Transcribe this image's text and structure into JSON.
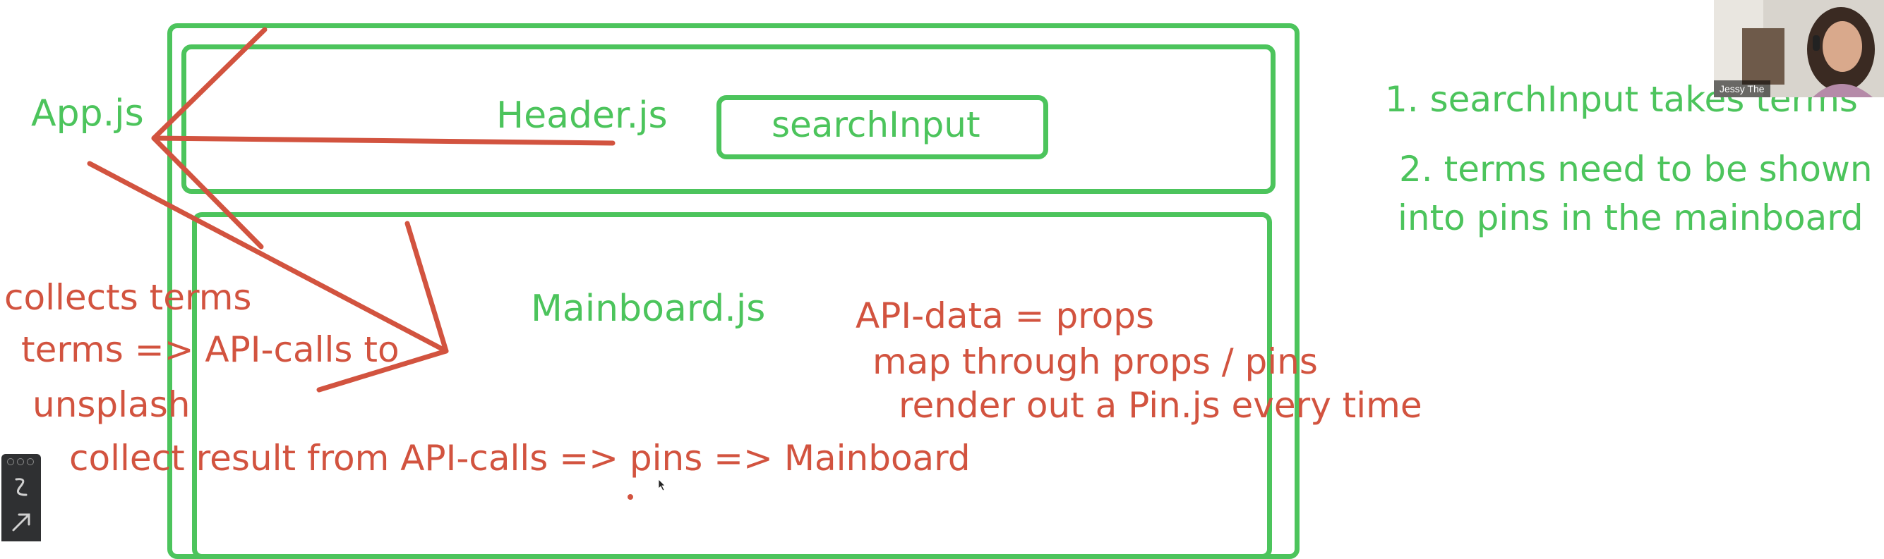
{
  "whiteboard": {
    "labels": {
      "app": "App.js",
      "header": "Header.js",
      "search_input": "searchInput",
      "mainboard": "Mainboard.js"
    },
    "notes_green": {
      "step1": "1. searchInput takes terms",
      "step2_line1": "2. terms need to be shown",
      "step2_line2": "into pins in the mainboard"
    },
    "notes_red": {
      "collects_terms": "collects terms",
      "terms_api": "terms => API-calls to",
      "unsplash": "unsplash",
      "collect_result": "collect result from API-calls => pins => Mainboard",
      "api_data": "API-data = props",
      "map_through": "map through props / pins",
      "render_out": "render out a Pin.js every time"
    },
    "colors": {
      "green": "#4cc45c",
      "red": "#d2533f",
      "background": "#ffffff"
    }
  },
  "webcam": {
    "name": "Jessy The"
  },
  "toolbar": {
    "icons": [
      "pen-icon",
      "arrow-icon"
    ]
  }
}
